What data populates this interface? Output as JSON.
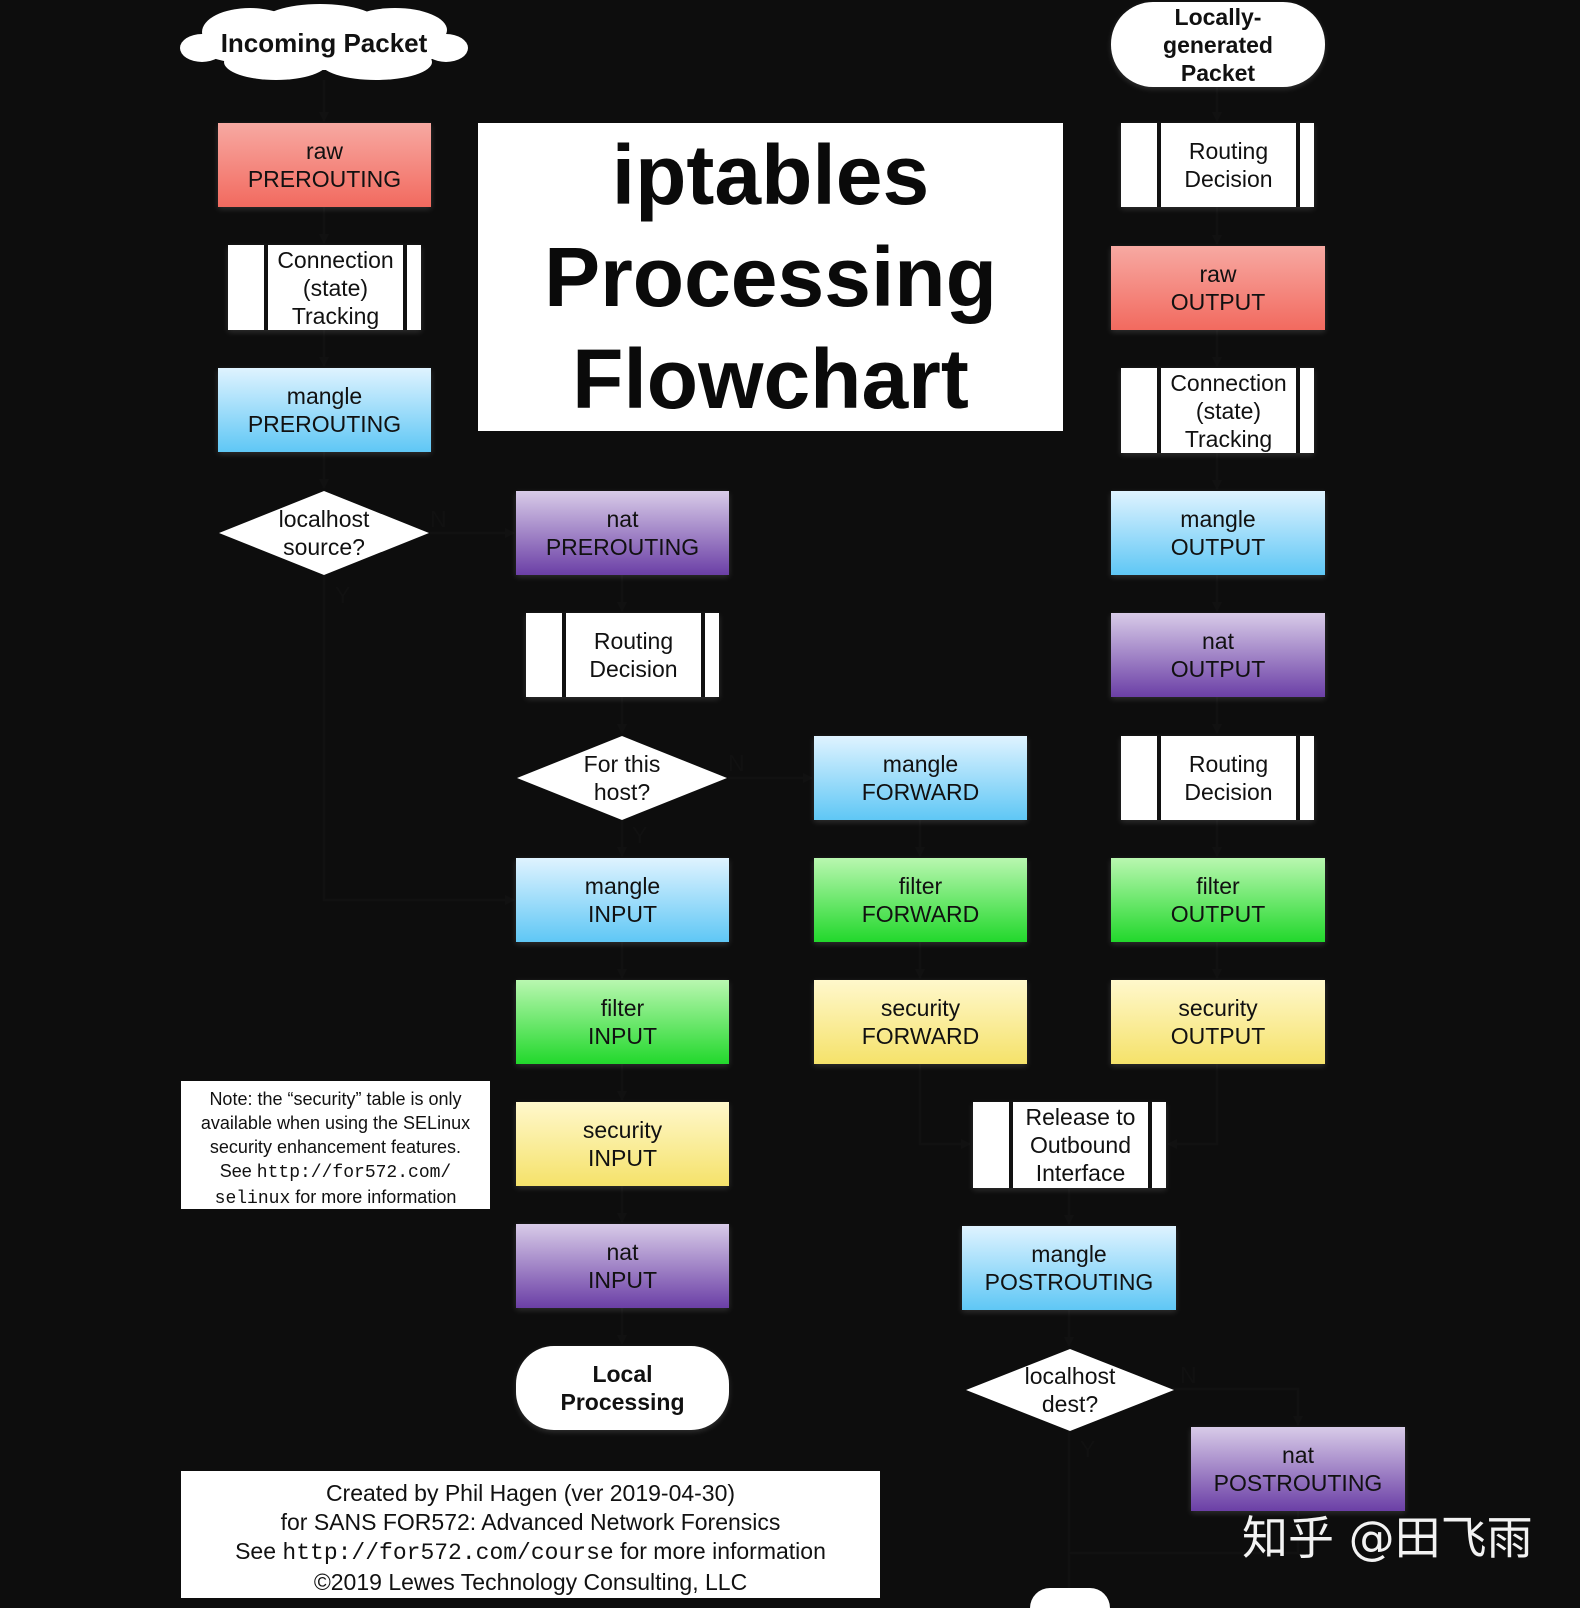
{
  "title": {
    "line1": "iptables",
    "line2": "Processing",
    "line3": "Flowchart"
  },
  "terminals": {
    "incoming": "Incoming Packet",
    "local_gen_1": "Locally-",
    "local_gen_2": "generated",
    "local_gen_3": "Packet",
    "local_proc_1": "Local",
    "local_proc_2": "Processing"
  },
  "chains": {
    "raw": "raw",
    "mangle": "mangle",
    "nat": "nat",
    "filter": "filter",
    "security": "security",
    "prerouting": "PREROUTING",
    "input": "INPUT",
    "forward": "FORWARD",
    "output": "OUTPUT",
    "postrouting": "POSTROUTING"
  },
  "process": {
    "routing_1": "Routing",
    "routing_2": "Decision",
    "conn_1": "Connection",
    "conn_2": "(state)",
    "conn_3": "Tracking",
    "release_1": "Release to",
    "release_2": "Outbound",
    "release_3": "Interface"
  },
  "decisions": {
    "localhost_source_1": "localhost",
    "localhost_source_2": "source?",
    "for_host_1": "For this",
    "for_host_2": "host?",
    "localhost_dest_1": "localhost",
    "localhost_dest_2": "dest?",
    "yes": "Y",
    "no": "N"
  },
  "note": {
    "line1": "Note: the “security” table is only",
    "line2": "available when using the SELinux",
    "line3": "security enhancement features.",
    "line4_a": "See ",
    "line4_b": "http://for572.com/",
    "line5_a": "selinux",
    "line5_b": " for more information"
  },
  "credits": {
    "line1": "Created by Phil Hagen (ver 2019-04-30)",
    "line2": "for SANS FOR572: Advanced Network Forensics",
    "line3_a": "See ",
    "line3_b": "http://for572.com/course",
    "line3_c": " for more information",
    "line4": "©2019 Lewes Technology Consulting, LLC"
  },
  "watermark": "知乎 @田飞雨",
  "colors": {
    "background": "#0d0d0d",
    "raw": "#f26a5f",
    "mangle": "#5fc7f5",
    "nat": "#6b3fa6",
    "filter": "#22d82c",
    "security": "#f5e26a"
  }
}
